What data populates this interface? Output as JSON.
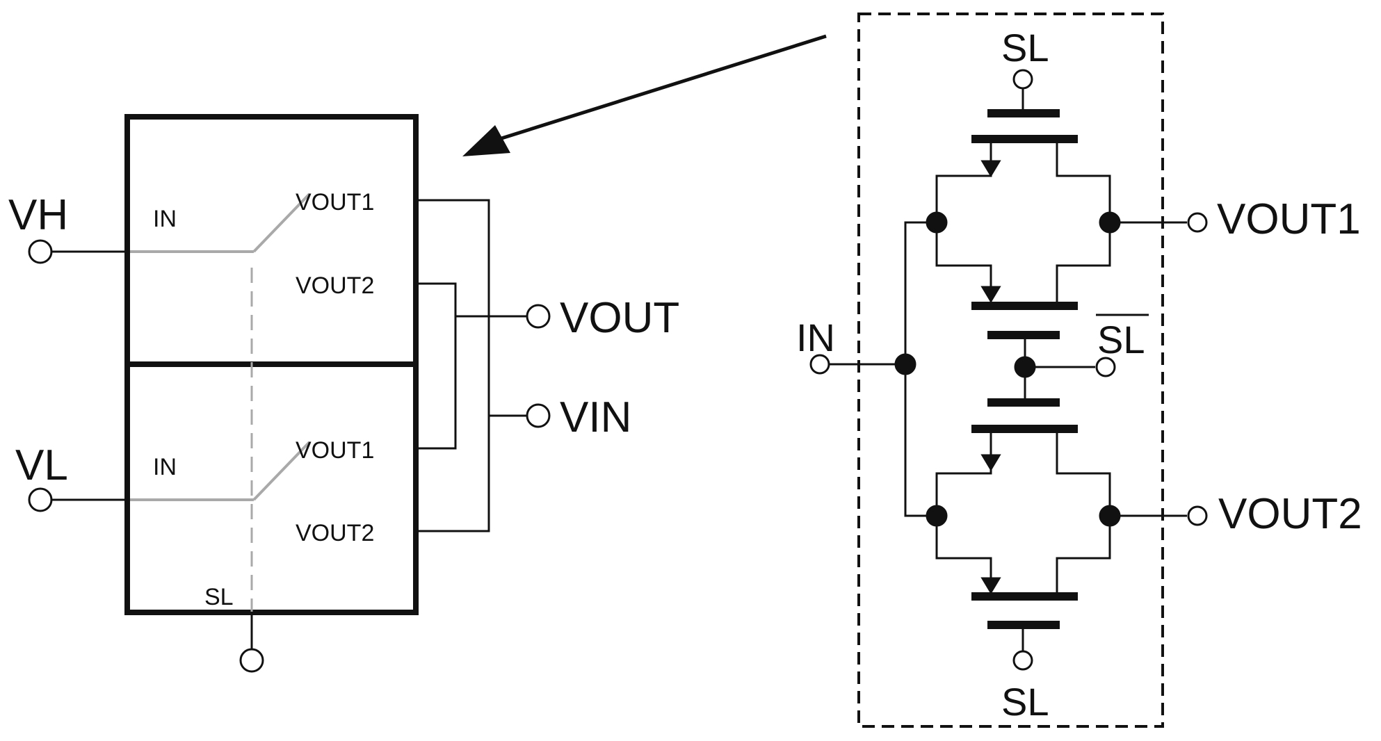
{
  "colors": {
    "ink": "#111111",
    "switch_gray": "#a9a9a9",
    "background": "#ffffff"
  },
  "left_block": {
    "upper": {
      "supply_label": "VH",
      "in_label": "IN",
      "vout1_label": "VOUT1",
      "vout2_label": "VOUT2"
    },
    "lower": {
      "supply_label": "VL",
      "in_label": "IN",
      "vout1_label": "VOUT1",
      "vout2_label": "VOUT2"
    },
    "sl_label": "SL",
    "vout_label": "VOUT",
    "vin_label": "VIN"
  },
  "right_block": {
    "sl_top_label": "SL",
    "sl_bar_label": "SL",
    "in_label": "IN",
    "vout1_label": "VOUT1",
    "vout2_label": "VOUT2",
    "sl_bottom_label": "SL"
  }
}
